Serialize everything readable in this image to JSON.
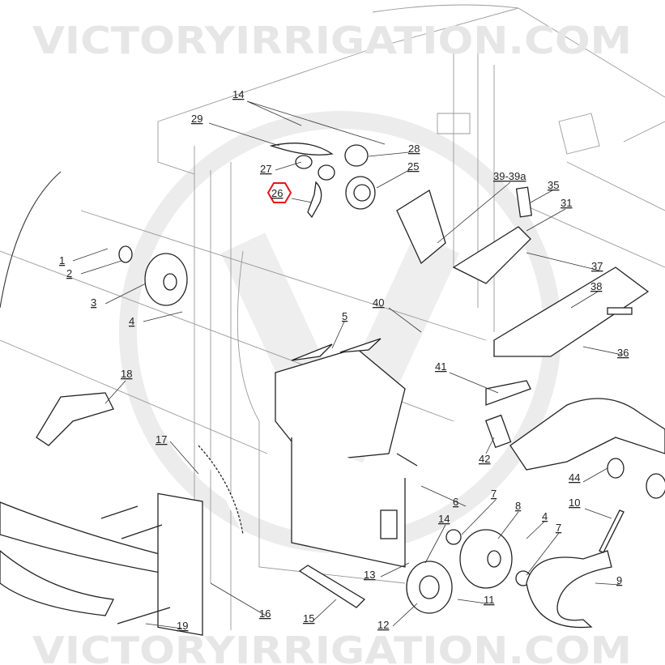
{
  "watermark": {
    "text_top": "VICTORYIRRIGATION.COM",
    "text_bottom": "VICTORYIRRIGATION.COM",
    "logo_letter": "V"
  },
  "highlight_color": "#e8141b",
  "callouts": [
    "14",
    "29",
    "28",
    "27",
    "25",
    "26",
    "39-39a",
    "35",
    "31",
    "37",
    "38",
    "36",
    "1",
    "2",
    "3",
    "4",
    "40",
    "5",
    "18",
    "41",
    "17",
    "42",
    "44",
    "6",
    "7",
    "8",
    "4",
    "10",
    "7",
    "14",
    "13",
    "9",
    "11",
    "16",
    "15",
    "12",
    "19"
  ]
}
